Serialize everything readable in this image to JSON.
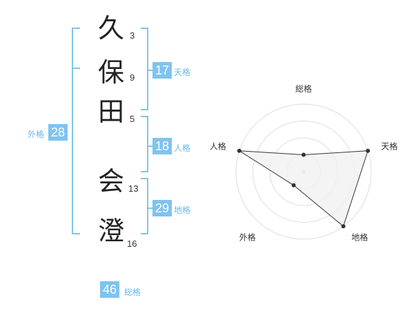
{
  "name": {
    "chars": [
      {
        "char": "久",
        "strokes": "3"
      },
      {
        "char": "保",
        "strokes": "9"
      },
      {
        "char": "田",
        "strokes": "5"
      },
      {
        "char": "会",
        "strokes": "13"
      },
      {
        "char": "澄",
        "strokes": "16"
      }
    ]
  },
  "fortune": {
    "tenkaku": {
      "value": "17",
      "label": "天格"
    },
    "jinkaku": {
      "value": "18",
      "label": "人格"
    },
    "chikaku": {
      "value": "29",
      "label": "地格"
    },
    "gaikaku": {
      "value": "28",
      "label": "外格"
    },
    "soukaku": {
      "value": "46",
      "label": "総格"
    }
  },
  "colors": {
    "accent": "#7ec4ef",
    "label": "#6cb9e8",
    "polygon_fill": "#f1f1f1",
    "polygon_stroke": "#333333",
    "grid": "#dddddd"
  },
  "chart_data": {
    "type": "radar",
    "axes": [
      "総格",
      "天格",
      "地格",
      "外格",
      "人格"
    ],
    "values": [
      1,
      4,
      4,
      1,
      4
    ],
    "rmax": 4
  }
}
